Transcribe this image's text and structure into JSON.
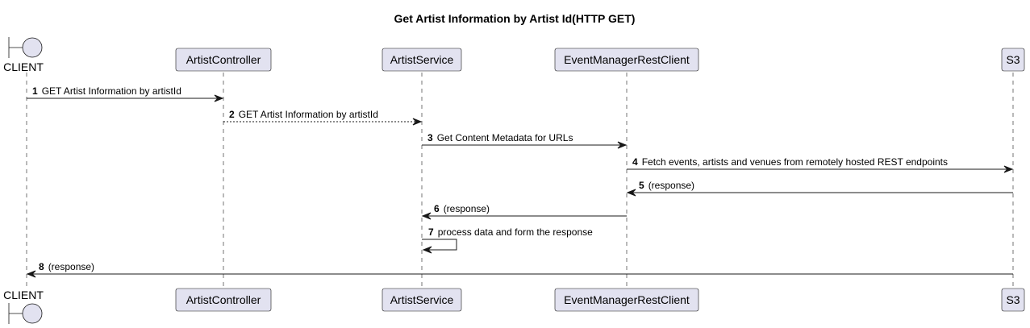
{
  "diagram": {
    "title": "Get Artist Information by Artist Id(HTTP GET)",
    "participants": [
      {
        "id": "client",
        "label": "CLIENT",
        "kind": "boundary"
      },
      {
        "id": "artist-controller",
        "label": "ArtistController",
        "kind": "participant"
      },
      {
        "id": "artist-service",
        "label": "ArtistService",
        "kind": "participant"
      },
      {
        "id": "event-manager-rest-client",
        "label": "EventManagerRestClient",
        "kind": "participant"
      },
      {
        "id": "s3",
        "label": "S3",
        "kind": "participant"
      }
    ],
    "messages": [
      {
        "num": "1",
        "text": "GET Artist Information by artistId",
        "from": "client",
        "to": "artist-controller",
        "style": "solid"
      },
      {
        "num": "2",
        "text": "GET Artist Information by artistId",
        "from": "artist-controller",
        "to": "artist-service",
        "style": "dashed"
      },
      {
        "num": "3",
        "text": "Get Content Metadata for URLs",
        "from": "artist-service",
        "to": "event-manager-rest-client",
        "style": "solid"
      },
      {
        "num": "4",
        "text": "Fetch events, artists and venues from remotely hosted REST endpoints",
        "from": "event-manager-rest-client",
        "to": "s3",
        "style": "solid"
      },
      {
        "num": "5",
        "text": "(response)",
        "from": "s3",
        "to": "event-manager-rest-client",
        "style": "solid"
      },
      {
        "num": "6",
        "text": "(response)",
        "from": "event-manager-rest-client",
        "to": "artist-service",
        "style": "solid"
      },
      {
        "num": "7",
        "text": "process data and form the response",
        "from": "artist-service",
        "to": "artist-service",
        "style": "self"
      },
      {
        "num": "8",
        "text": "(response)",
        "from": "s3",
        "to": "client",
        "style": "solid"
      }
    ]
  }
}
